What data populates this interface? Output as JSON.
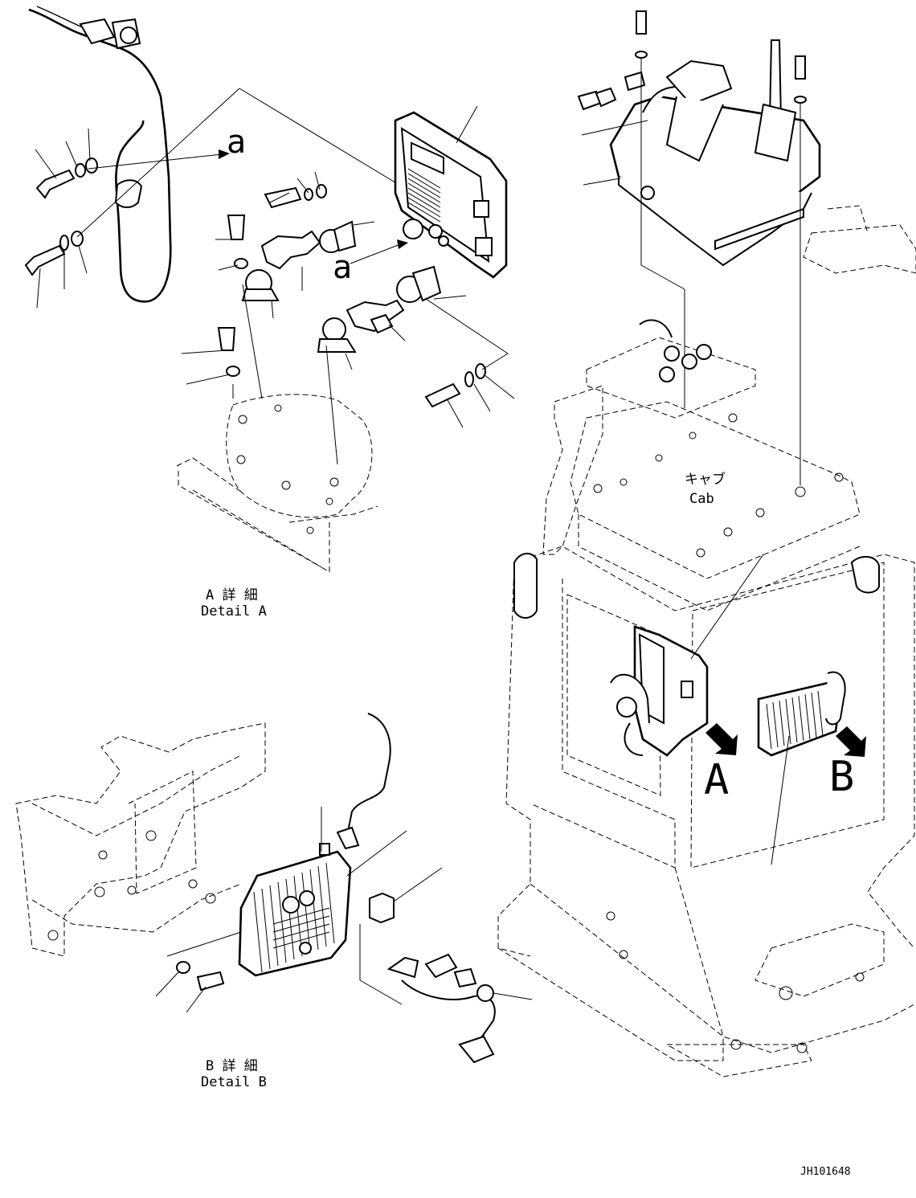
{
  "callouts": {
    "detail_a_ja": "A 詳 細",
    "detail_a_en": "Detail A",
    "detail_b_ja": "B 詳 細",
    "detail_b_en": "Detail B",
    "cab_ja": "キャブ",
    "cab_en": "Cab",
    "view_a": "A",
    "view_b": "B",
    "conn_a_upper": "a",
    "conn_a_lower": "a"
  },
  "drawing_number": "JH101648"
}
